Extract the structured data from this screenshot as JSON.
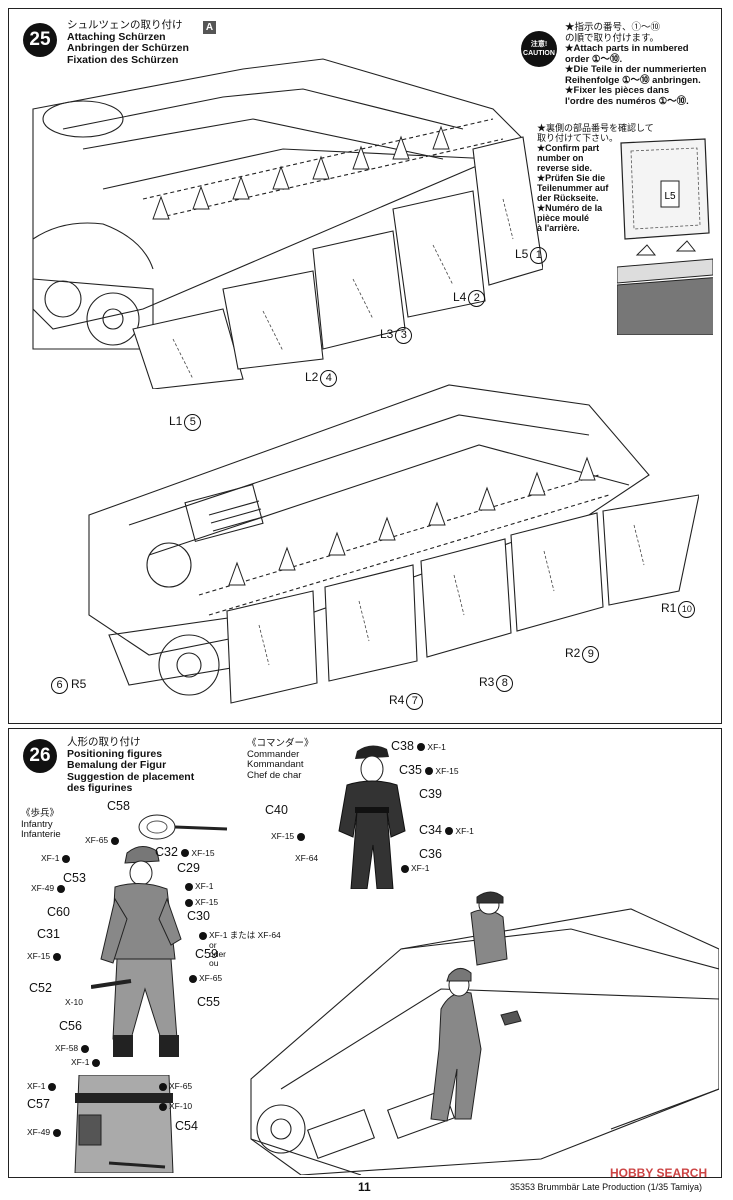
{
  "step25": {
    "number": "25",
    "title_jp": "シュルツェンの取り付け",
    "title_en": "Attaching Schürzen",
    "title_de": "Anbringen der Schürzen",
    "title_fr": "Fixation des Schürzen",
    "badge": "A",
    "caution_jp": "注意!",
    "caution_en": "CAUTION",
    "caution_note": [
      "★指示の番号、①〜⑩",
      "の順で取り付けます。",
      "★Attach parts in numbered",
      "order ①〜⑩.",
      "★Die Teile in der nummerierten",
      "Reihenfolge ①〜⑩ anbringen.",
      "★Fixer les pièces dans",
      "l'ordre des numéros ①〜⑩."
    ],
    "confirm_note": [
      "★裏側の部品番号を確認して",
      "取り付けて下さい。",
      "★Confirm part",
      "number on",
      "reverse side.",
      "★Prüfen Sie die",
      "Teilenummer auf",
      "der Rückseite.",
      "★Numéro de la",
      "pièce moulé",
      "à l'arrière."
    ],
    "inset_label": "L5",
    "left_parts": [
      {
        "code": "L5",
        "order": "1"
      },
      {
        "code": "L4",
        "order": "2"
      },
      {
        "code": "L3",
        "order": "3"
      },
      {
        "code": "L2",
        "order": "4"
      },
      {
        "code": "L1",
        "order": "5"
      }
    ],
    "right_parts": [
      {
        "code": "R5",
        "order": "6"
      },
      {
        "code": "R4",
        "order": "7"
      },
      {
        "code": "R3",
        "order": "8"
      },
      {
        "code": "R2",
        "order": "9"
      },
      {
        "code": "R1",
        "order": "10"
      }
    ]
  },
  "step26": {
    "number": "26",
    "title_jp": "人形の取り付け",
    "title_en": "Positioning figures",
    "title_de": "Bemalung der Figur",
    "title_fr1": "Suggestion de placement",
    "title_fr2": "des figurines",
    "commander_jp": "《コマンダー》",
    "commander_en": "Commander",
    "commander_de": "Kommandant",
    "commander_fr": "Chef de char",
    "infantry_jp": "《歩兵》",
    "infantry_en": "Infantry",
    "infantry_de": "Infanterie",
    "commander_parts": {
      "c38": "C38",
      "c38_paint": "XF-1",
      "c35": "C35",
      "c35_paint": "XF-15",
      "c39": "C39",
      "c40": "C40",
      "c40_paint": "XF-15",
      "c34": "C34",
      "c34_paint": "XF-1",
      "xf64": "XF-64",
      "c36": "C36",
      "c36_paint": "XF-1"
    },
    "infantry_parts": {
      "c58": "C58",
      "xf65a": "XF-65",
      "xf1a": "XF-1",
      "c32": "C32",
      "c32_paint": "XF-15",
      "c53": "C53",
      "c29": "C29",
      "xf49a": "XF-49",
      "xf1b": "XF-1",
      "c60": "C60",
      "xf15b": "XF-15",
      "c30": "C30",
      "c31": "C31",
      "c59_paint": "XF-1 または XF-64",
      "or_en": "or",
      "or_de": "oder",
      "or_fr": "ou",
      "c59": "C59",
      "xf15c": "XF-15",
      "xf65b": "XF-65",
      "c52": "C52",
      "x10": "X-10",
      "c55": "C55",
      "c56": "C56",
      "xf58": "XF-58",
      "xf1c": "XF-1",
      "xf1d": "XF-1",
      "xf65c": "XF-65",
      "c57": "C57",
      "xf10": "XF-10",
      "c54": "C54",
      "xf49b": "XF-49"
    }
  },
  "footer": {
    "page": "11",
    "code": "35353",
    "product": "Brummbär Late Production (1/35 Tamiya)",
    "watermark": "HOBBY SEARCH"
  }
}
